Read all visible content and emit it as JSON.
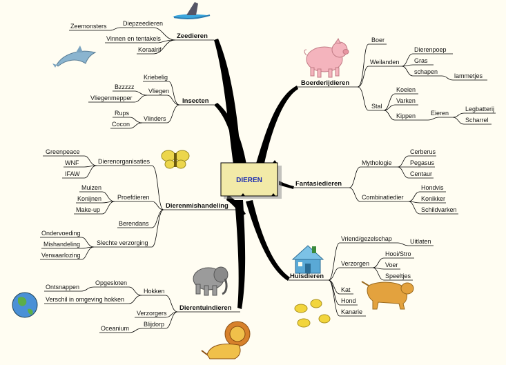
{
  "center": "DIEREN",
  "branches": [
    {
      "key": "zeedieren",
      "label": "Zeedieren",
      "children": [
        {
          "label": "Diepzeedieren",
          "children": [
            {
              "label": "Zeemonsters"
            }
          ]
        },
        {
          "label": "Vinnen en tentakels"
        },
        {
          "label": "Koraalrif"
        }
      ]
    },
    {
      "key": "insecten",
      "label": "Insecten",
      "children": [
        {
          "label": "Kriebelig"
        },
        {
          "label": "Vliegen",
          "children": [
            {
              "label": "Bzzzzz"
            },
            {
              "label": "Vliegenmepper"
            }
          ]
        },
        {
          "label": "Vlinders",
          "children": [
            {
              "label": "Rups"
            },
            {
              "label": "Cocon"
            }
          ]
        }
      ]
    },
    {
      "key": "dierenmishandeling",
      "label": "Dierenmishandeling",
      "children": [
        {
          "label": "Dierenorganisaties",
          "children": [
            {
              "label": "Greenpeace"
            },
            {
              "label": "WNF"
            },
            {
              "label": "IFAW"
            }
          ]
        },
        {
          "label": "Proefdieren",
          "children": [
            {
              "label": "Muizen"
            },
            {
              "label": "Konijnen"
            },
            {
              "label": "Make-up"
            }
          ]
        },
        {
          "label": "Berendans"
        },
        {
          "label": "Slechte verzorging",
          "children": [
            {
              "label": "Ondervoeding"
            },
            {
              "label": "Mishandeling"
            },
            {
              "label": "Verwaarlozing"
            }
          ]
        }
      ]
    },
    {
      "key": "dierentuindieren",
      "label": "Dierentuindieren",
      "children": [
        {
          "label": "Hokken",
          "children": [
            {
              "label": "Opgesloten",
              "children": [
                {
                  "label": "Ontsnappen"
                }
              ]
            },
            {
              "label": "Verschil in omgeving hokken"
            }
          ]
        },
        {
          "label": "Verzorgers"
        },
        {
          "label": "Blijdorp",
          "children": [
            {
              "label": "Oceanium"
            }
          ]
        }
      ]
    },
    {
      "key": "boerderijdieren",
      "label": "Boerderijdieren",
      "children": [
        {
          "label": "Boer"
        },
        {
          "label": "Weilanden",
          "children": [
            {
              "label": "Dierenpoep"
            },
            {
              "label": "Gras"
            },
            {
              "label": "schapen",
              "children": [
                {
                  "label": "lammetjes"
                }
              ]
            }
          ]
        },
        {
          "label": "Stal",
          "children": [
            {
              "label": "Koeien"
            },
            {
              "label": "Varken"
            },
            {
              "label": "Kippen",
              "children": [
                {
                  "label": "Eieren",
                  "children": [
                    {
                      "label": "Legbatterij"
                    },
                    {
                      "label": "Scharrel"
                    }
                  ]
                }
              ]
            }
          ]
        }
      ]
    },
    {
      "key": "fantasiedieren",
      "label": "Fantasiedieren",
      "children": [
        {
          "label": "Mythologie",
          "children": [
            {
              "label": "Cerberus"
            },
            {
              "label": "Pegasus"
            },
            {
              "label": "Centaur"
            }
          ]
        },
        {
          "label": "Combinatiedier",
          "children": [
            {
              "label": "Hondvis"
            },
            {
              "label": "Konikker"
            },
            {
              "label": "Schildvarken"
            }
          ]
        }
      ]
    },
    {
      "key": "huisdieren",
      "label": "Huisdieren",
      "children": [
        {
          "label": "Vriend/gezelschap",
          "children": [
            {
              "label": "Uitlaten"
            }
          ]
        },
        {
          "label": "Verzorgen",
          "children": [
            {
              "label": "Hooi/Stro"
            },
            {
              "label": "Voer"
            },
            {
              "label": "Speeltjes"
            }
          ]
        },
        {
          "label": "Kat"
        },
        {
          "label": "Hond"
        },
        {
          "label": "Kanarie"
        }
      ]
    }
  ],
  "illustrations": [
    "shark",
    "dolphin",
    "pig",
    "butterfly",
    "house",
    "dog",
    "birds",
    "elephant",
    "globe",
    "lion"
  ]
}
